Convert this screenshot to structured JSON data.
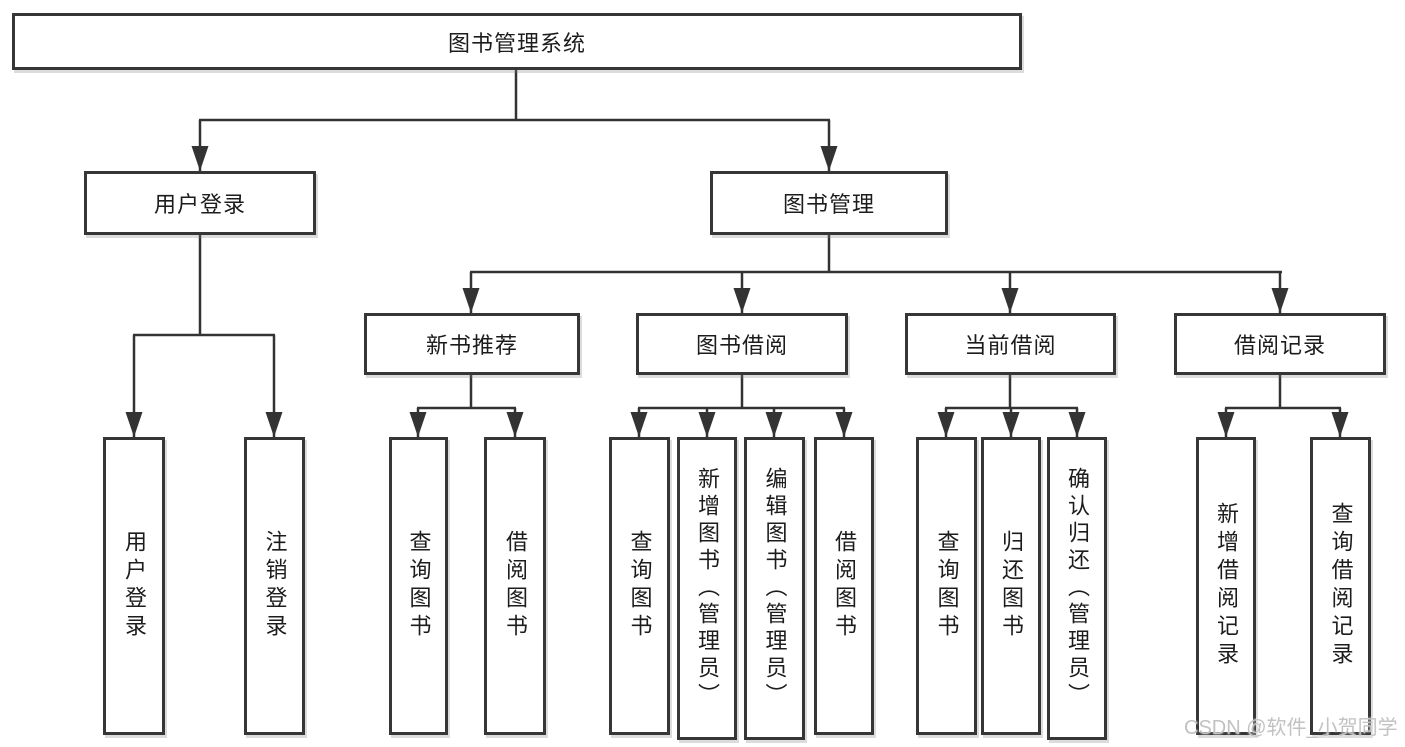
{
  "diagram": {
    "root": {
      "label": "图书管理系统"
    },
    "level2": [
      {
        "label": "用户登录"
      },
      {
        "label": "图书管理"
      }
    ],
    "level3": [
      {
        "label": "新书推荐"
      },
      {
        "label": "图书借阅"
      },
      {
        "label": "当前借阅"
      },
      {
        "label": "借阅记录"
      }
    ],
    "leaves": [
      {
        "label": "用户登录",
        "parent": "用户登录"
      },
      {
        "label": "注销登录",
        "parent": "用户登录"
      },
      {
        "label": "查询图书",
        "parent": "新书推荐"
      },
      {
        "label": "借阅图书",
        "parent": "新书推荐"
      },
      {
        "label": "查询图书",
        "parent": "图书借阅"
      },
      {
        "label": "新增图书（管理员）",
        "parent": "图书借阅"
      },
      {
        "label": "编辑图书（管理员）",
        "parent": "图书借阅"
      },
      {
        "label": "借阅图书",
        "parent": "图书借阅"
      },
      {
        "label": "查询图书",
        "parent": "当前借阅"
      },
      {
        "label": "归还图书",
        "parent": "当前借阅"
      },
      {
        "label": "确认归还（管理员）",
        "parent": "当前借阅"
      },
      {
        "label": "新增借阅记录",
        "parent": "借阅记录"
      },
      {
        "label": "查询借阅记录",
        "parent": "借阅记录"
      }
    ]
  },
  "watermark": {
    "text": "CSDN @软件_小贺同学"
  },
  "colors": {
    "line": "#333333",
    "border": "#363636",
    "text": "#1c1c1c",
    "background": "#ffffff",
    "watermark": "#c2c2c2"
  }
}
